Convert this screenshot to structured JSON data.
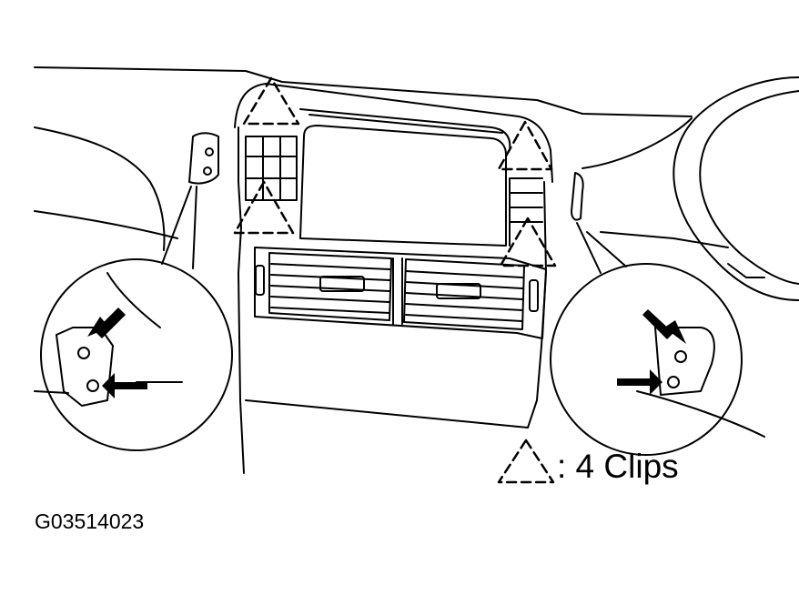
{
  "legend": {
    "symbol": "dashed-triangle-clip-marker",
    "text": ": 4 Clips"
  },
  "figure_code": "G03514023",
  "colors": {
    "line": "#000000",
    "background": "#ffffff"
  }
}
